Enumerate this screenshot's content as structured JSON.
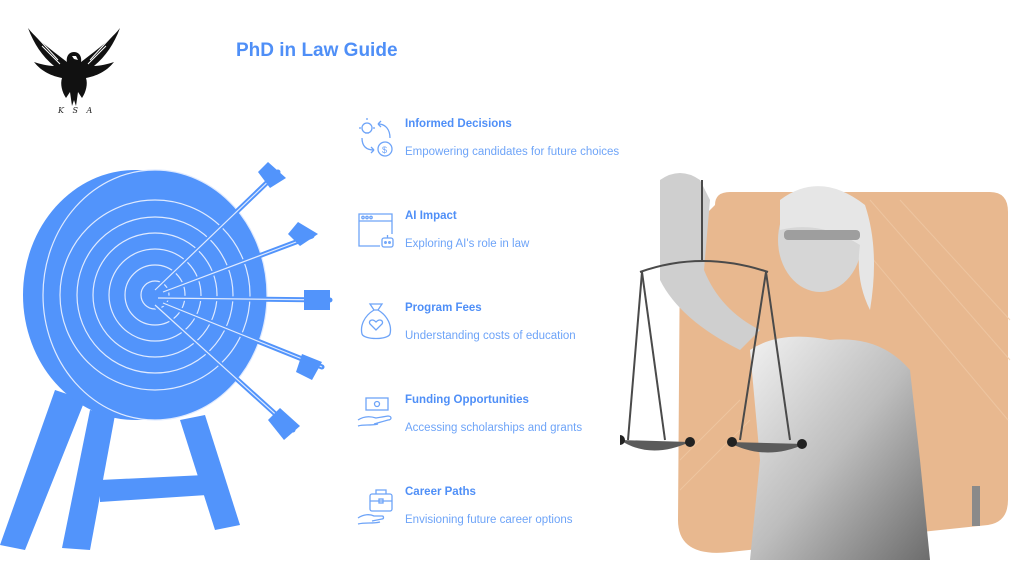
{
  "logo": {
    "caption": "K S A"
  },
  "title": "PhD in Law Guide",
  "colors": {
    "accent": "#4f8ff7",
    "accent_light": "#6ea4f8",
    "panel": "#e8b88f",
    "target": "#5294fb"
  },
  "items": [
    {
      "icon": "idea-money-cycle-icon",
      "heading": "Informed Decisions",
      "description": "Empowering candidates for future choices"
    },
    {
      "icon": "browser-robot-icon",
      "heading": "AI Impact",
      "description": "Exploring AI's role in law"
    },
    {
      "icon": "money-bag-heart-icon",
      "heading": "Program Fees",
      "description": "Understanding costs of education"
    },
    {
      "icon": "hand-cash-icon",
      "heading": "Funding Opportunities",
      "description": "Accessing scholarships and grants"
    },
    {
      "icon": "hand-briefcase-icon",
      "heading": "Career Paths",
      "description": "Envisioning future career options"
    }
  ]
}
